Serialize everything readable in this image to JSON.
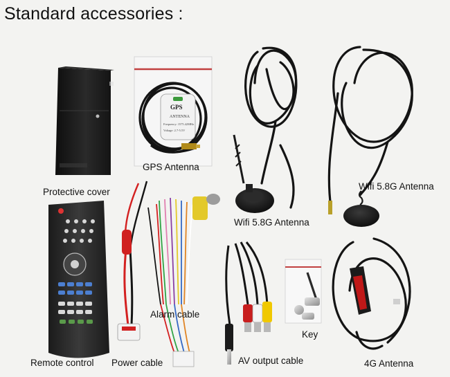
{
  "page": {
    "title": "Standard accessories :"
  },
  "items": {
    "protective_cover": "Protective cover",
    "gps_antenna": "GPS Antenna",
    "wifi_antenna_left": "Wifi 5.8G Antenna",
    "wifi_antenna_right": "Wifi 5.8G Antenna",
    "remote_control": "Remote control",
    "power_cable": "Power cable",
    "alarm_cable": "Alarm cable",
    "av_output_cable": "AV output cable",
    "key": "Key",
    "antenna_4g": "4G Antenna"
  },
  "gps_pack": {
    "brand": "GPS",
    "type": "ANTENNA",
    "freq": "Frequency: 1575.42MHz",
    "volt": "Voltage: 2.7-5.5V"
  },
  "colors": {
    "background": "#f3f3f1",
    "cable_black": "#141414",
    "cover_black": "#1c1c1c",
    "remote_body": "#2a2a2a",
    "rca_yellow": "#f0c800",
    "rca_red": "#c81e1e",
    "wire_red": "#d32020",
    "wire_green": "#2fa344",
    "wire_pink": "#e07fb0",
    "wire_purple": "#8a3fa2",
    "wire_yellow": "#e3c92a",
    "wire_blue": "#3569c4",
    "wire_orange": "#e08424",
    "wire_white": "#f4f4f4",
    "key_silver": "#b9b9b9"
  }
}
